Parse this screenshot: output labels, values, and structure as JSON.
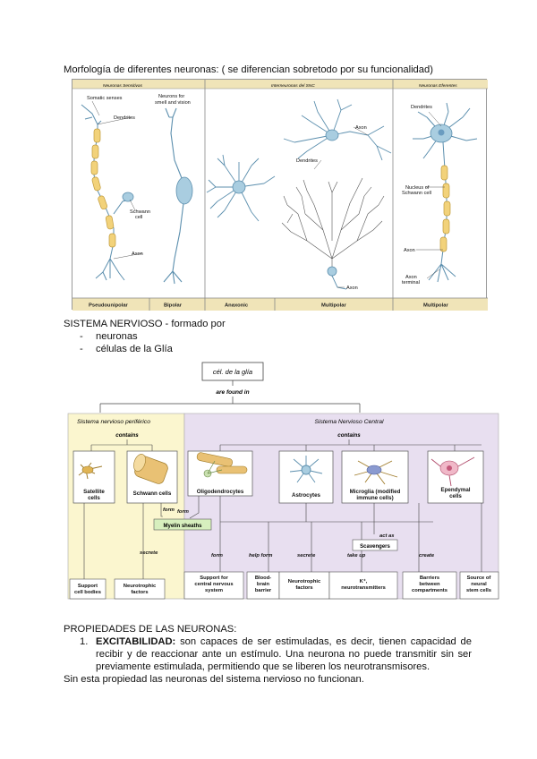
{
  "doc": {
    "morph_heading": "Morfología de diferentes neuronas: ( se diferencian sobretodo por su funcionalidad)",
    "figure1": {
      "panel_headers": [
        "Neuronas Sensitivas",
        "Interneuronas del SNC",
        "Neuronas Eferentes"
      ],
      "labels": {
        "somatic": "Somatic senses",
        "smell": "Neurons for\nsmell and vision",
        "dendrites_a": "Dendrites",
        "schwann": "Schwann\ncell",
        "axon_a": "Axon",
        "dendrites_b": "Dendrites",
        "axon_b1": "Axon",
        "axon_b2": "Axon",
        "dendrites_c": "Dendrites",
        "nucleus": "Nucleus of\nSchwann cell",
        "axon_c": "Axon",
        "axon_terminal": "Axon\nterminal"
      },
      "footer": [
        "Pseudounipolar",
        "Bipolar",
        "Anaxonic",
        "Multipolar",
        "Multipolar"
      ]
    },
    "nervous_heading": "SISTEMA NERVIOSO - formado por",
    "nervous_list": [
      "neuronas",
      "células de la Glía"
    ],
    "figure2": {
      "root": "cél. de la glía",
      "found_in": "are found in",
      "pns_title": "Sistema nervioso periférico",
      "cns_title": "Sistema Nervioso Central",
      "contains": "contains",
      "cells": {
        "satellite": "Satellite\ncells",
        "schwann": "Schwann cells",
        "oligo": "Oligodendrocytes",
        "astro": "Astrocytes",
        "microglia": "Microglia (modified\nimmune cells)",
        "ependymal": "Ependymal\ncells"
      },
      "verbs": {
        "form1": "form",
        "form2": "form",
        "secrete1": "secrete",
        "form3": "form",
        "help_form": "help form",
        "secrete2": "secrete",
        "take_up": "take up",
        "act_as": "act as",
        "create": "create"
      },
      "myelin": "Myelin sheaths",
      "scavengers": "Scavengers",
      "outcomes": {
        "support_bodies": "Support\ncell bodies",
        "neurotrophic1": "Neurotrophic\nfactors",
        "support_cns": "Support for\ncentral nervous\nsystem",
        "bbb": "Blood-\nbrain\nbarrier",
        "neurotrophic2": "Neurotrophic\nfactors",
        "k_neuro": "K⁺,\nneurotransmitters",
        "barriers": "Barriers\nbetween\ncompartments",
        "stem": "Source of\nneural\nstem cells"
      }
    },
    "props_heading": "PROPIEDADES DE LAS NEURONAS:",
    "prop1_num": "1.",
    "prop1_term": "EXCITABILIDAD:",
    "prop1_text": " son capaces de ser estimuladas, es decir, tienen capacidad de recibir y de reaccionar ante un estímulo. Una neurona no puede transmitir sin ser previamente estimulada, permitiendo que se liberen los neurotransmisores.",
    "closing": "Sin esta propiedad las neuronas del sistema nervioso no funcionan."
  },
  "colors": {
    "neuron_blue": "#a9cde0",
    "neuron_outline": "#5c8fae",
    "schwann_yellow": "#f2d27a",
    "pns_bg": "#fbf6cf",
    "cns_bg": "#e8dff0",
    "footer_bg": "#f0e4b8",
    "myelin_green": "#d7efbe"
  }
}
